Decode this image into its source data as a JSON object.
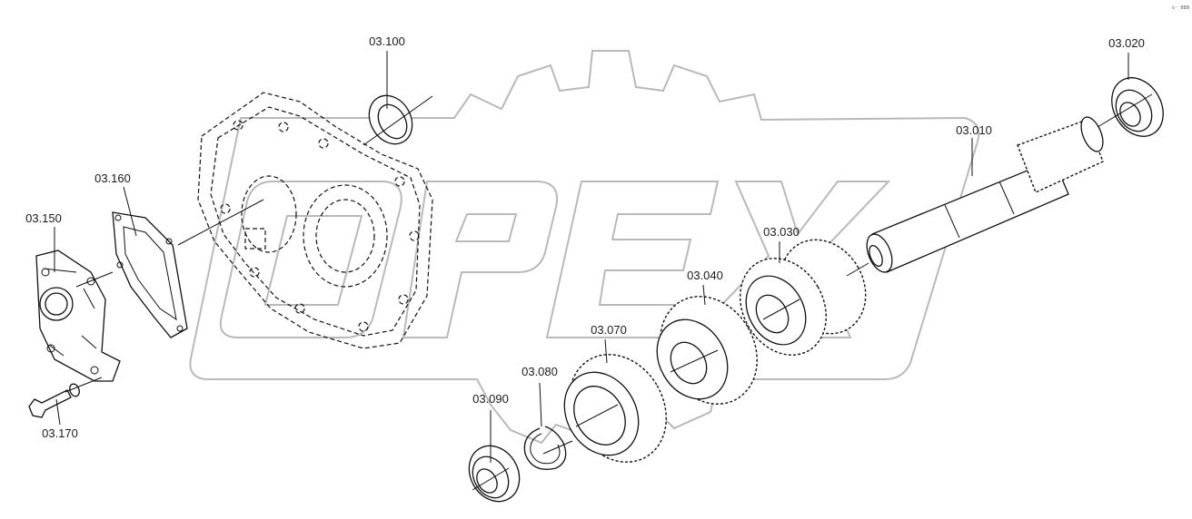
{
  "watermark": {
    "text": "OPEX",
    "color": "#b9b9b9"
  },
  "corner_mark": "s⁻⁻ 888",
  "parts": [
    {
      "id": "p010",
      "label": "03.010"
    },
    {
      "id": "p020",
      "label": "03.020"
    },
    {
      "id": "p030",
      "label": "03.030"
    },
    {
      "id": "p040",
      "label": "03.040"
    },
    {
      "id": "p070",
      "label": "03.070"
    },
    {
      "id": "p080",
      "label": "03.080"
    },
    {
      "id": "p090",
      "label": "03.090"
    },
    {
      "id": "p100",
      "label": "03.100"
    },
    {
      "id": "p150",
      "label": "03.150"
    },
    {
      "id": "p160",
      "label": "03.160"
    },
    {
      "id": "p170",
      "label": "03.170"
    }
  ],
  "colors": {
    "line": "#111111",
    "background": "#ffffff",
    "watermark": "#b9b9b9"
  }
}
